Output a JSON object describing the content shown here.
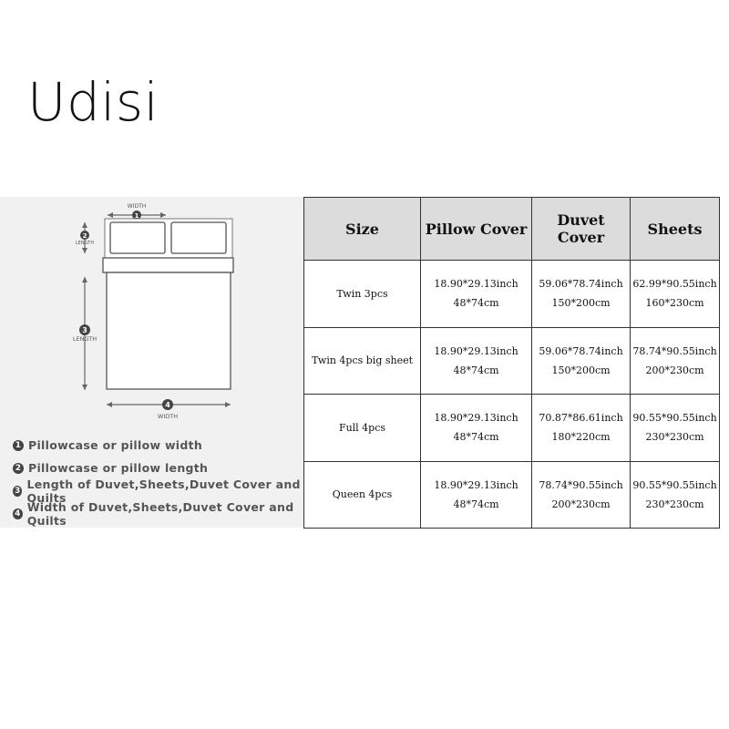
{
  "brand": "Udisi",
  "diagram": {
    "labels": {
      "top_width": "WIDTH",
      "side_length_small": "LENGTH",
      "side_length_big": "LENGTH",
      "bottom_width": "WIDTH"
    },
    "markers": [
      "1",
      "2",
      "3",
      "4"
    ],
    "legend": [
      {
        "num": "1",
        "text": "Pillowcase or pillow width"
      },
      {
        "num": "2",
        "text": "Pillowcase or pillow length"
      },
      {
        "num": "3",
        "text": "Length of Duvet,Sheets,Duvet Cover and Quilts"
      },
      {
        "num": "4",
        "text": "Width of Duvet,Sheets,Duvet Cover and Quilts"
      }
    ]
  },
  "table": {
    "headers": [
      "Size",
      "Pillow Cover",
      "Duvet Cover",
      "Sheets"
    ],
    "rows": [
      {
        "size": "Twin 3pcs",
        "pillow": [
          "18.90*29.13inch",
          "48*74cm"
        ],
        "duvet": [
          "59.06*78.74inch",
          "150*200cm"
        ],
        "sheets": [
          "62.99*90.55inch",
          "160*230cm"
        ]
      },
      {
        "size": "Twin 4pcs big sheet",
        "pillow": [
          "18.90*29.13inch",
          "48*74cm"
        ],
        "duvet": [
          "59.06*78.74inch",
          "150*200cm"
        ],
        "sheets": [
          "78.74*90.55inch",
          "200*230cm"
        ]
      },
      {
        "size": "Full 4pcs",
        "pillow": [
          "18.90*29.13inch",
          "48*74cm"
        ],
        "duvet": [
          "70.87*86.61inch",
          "180*220cm"
        ],
        "sheets": [
          "90.55*90.55inch",
          "230*230cm"
        ]
      },
      {
        "size": "Queen 4pcs",
        "pillow": [
          "18.90*29.13inch",
          "48*74cm"
        ],
        "duvet": [
          "78.74*90.55inch",
          "200*230cm"
        ],
        "sheets": [
          "90.55*90.55inch",
          "230*230cm"
        ]
      }
    ]
  }
}
